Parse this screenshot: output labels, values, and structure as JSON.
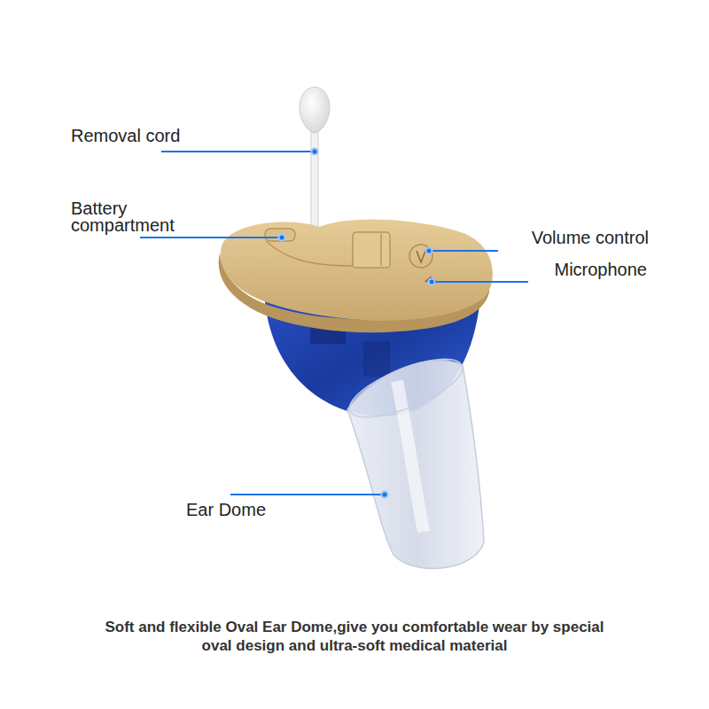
{
  "diagram": {
    "caption": "Soft and flexible Oval Ear Dome,give you comfortable wear by special oval design and ultra-soft medical material",
    "labels": [
      "Removal cord",
      "Battery compartment",
      "Volume control",
      "Microphone",
      "Ear Dome"
    ]
  }
}
